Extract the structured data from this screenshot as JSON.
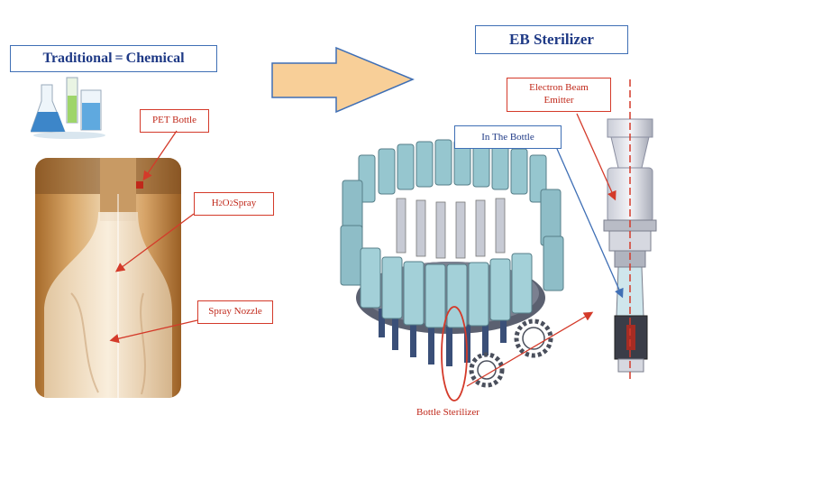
{
  "labels": {
    "traditional_prefix": "Traditional ",
    "traditional_eq": "=",
    "traditional_suffix": "Chemical",
    "eb_sterilizer": "EB Sterilizer",
    "pet_bottle": "PET Bottle",
    "h2o2_h": "H",
    "h2o2_sub1": "2",
    "h2o2_o": "O",
    "h2o2_sub2": "2",
    "h2o2_rest": " Spray",
    "spray_nozzle": "Spray Nozzle",
    "in_the_bottle": "In  The Bottle",
    "electron_beam_line1": "Electron Beam",
    "electron_beam_line2": "Emitter",
    "bottle_sterilizer": "Bottle Sterilizer"
  },
  "colors": {
    "callout_red": "#d43a2a",
    "callout_blue": "#3f6fb5",
    "title_navy": "#1f3a86",
    "arrow_fill": "#f8cf98",
    "arrow_stroke": "#3f6fb5",
    "machine_cyan": "#96c6cf"
  },
  "icons": [
    "lab-flasks-icon",
    "bottle-spray-photo",
    "rotary-sterilizer-machine",
    "electron-beam-emitter",
    "right-arrow"
  ]
}
